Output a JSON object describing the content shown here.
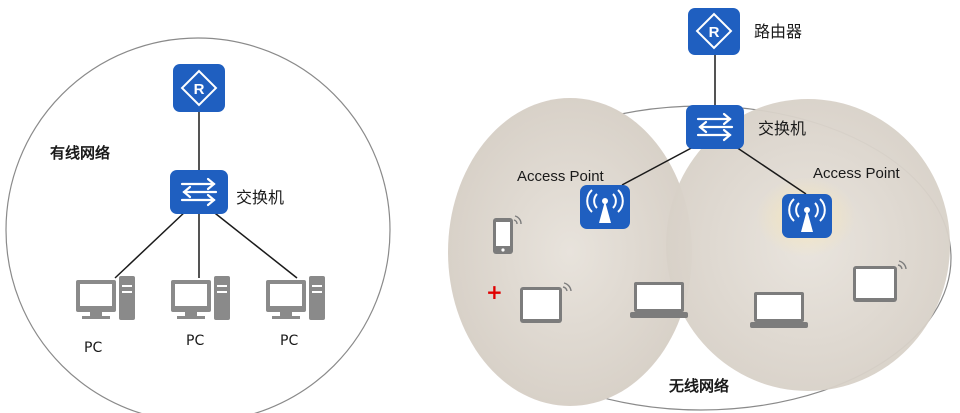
{
  "wired_network": {
    "title": "有线网络",
    "switch_label": "交换机",
    "pcs": [
      "PC",
      "PC",
      "PC"
    ]
  },
  "wireless_network": {
    "title": "无线网络",
    "router_label": "路由器",
    "switch_label": "交换机",
    "access_points": [
      "Access Point",
      "Access Point"
    ],
    "marker": "+"
  },
  "colors": {
    "device_blue": "#1f5fc0",
    "line": "#1a1a1a",
    "circle_border": "#8a8a8a",
    "coverage_fill": "#ddd7cf",
    "marker_red": "#e00000",
    "screen_gray": "#7c7c7c"
  },
  "icons": [
    "router-icon",
    "switch-icon",
    "access-point-icon",
    "desktop-pc-icon",
    "laptop-icon",
    "tablet-icon",
    "phone-icon"
  ]
}
